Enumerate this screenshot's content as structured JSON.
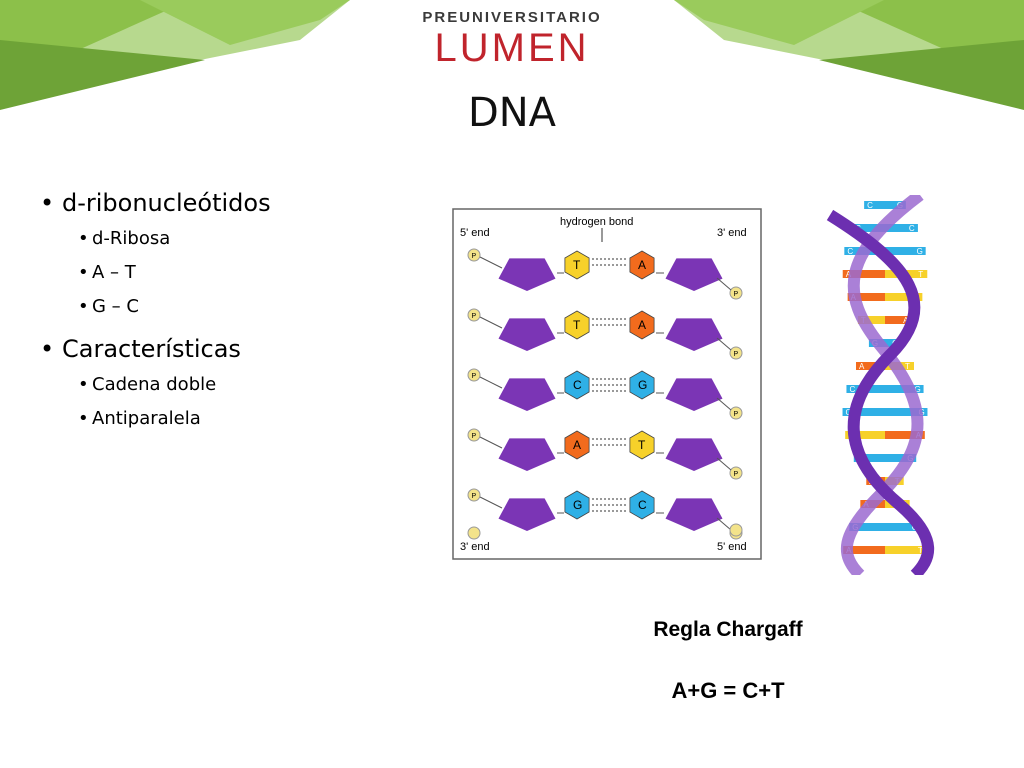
{
  "logo": {
    "line1": "PREUNIVERSITARIO",
    "line2": "LUMEN"
  },
  "title": "DNA",
  "bullets": [
    {
      "label": "d-ribonucleótidos",
      "sub": [
        "d-Ribosa",
        "A – T",
        "G – C"
      ]
    },
    {
      "label": "Características",
      "sub": [
        "Cadena doble",
        "Antiparalela"
      ]
    }
  ],
  "diagram": {
    "hydrogen_bond": "hydrogen bond",
    "top_left": "5' end",
    "top_right": "3' end",
    "bottom_left": "3' end",
    "bottom_right": "5' end",
    "phosphate": "P",
    "pairs": [
      {
        "left": "T",
        "right": "A"
      },
      {
        "left": "T",
        "right": "A"
      },
      {
        "left": "C",
        "right": "G"
      },
      {
        "left": "A",
        "right": "T"
      },
      {
        "left": "G",
        "right": "C"
      }
    ]
  },
  "helix_pairs": [
    {
      "l": "C",
      "r": "G"
    },
    {
      "l": "G",
      "r": "C"
    },
    {
      "l": "C",
      "r": "G"
    },
    {
      "l": "A",
      "r": "T"
    },
    {
      "l": "A",
      "r": "T"
    },
    {
      "l": "T",
      "r": "A"
    },
    {
      "l": "G",
      "r": "C"
    },
    {
      "l": "A",
      "r": "T"
    },
    {
      "l": "C",
      "r": "G"
    },
    {
      "l": "C",
      "r": "G"
    },
    {
      "l": "T",
      "r": "A"
    },
    {
      "l": "C",
      "r": "G"
    },
    {
      "l": "A",
      "r": "T"
    },
    {
      "l": "A",
      "r": "T"
    },
    {
      "l": "G",
      "r": "C"
    },
    {
      "l": "A",
      "r": "T"
    }
  ],
  "chargaff": {
    "title": "Regla Chargaff",
    "equation": "A+G = C+T"
  },
  "colors": {
    "green_light": "#a8d08d",
    "green_dark": "#7bb03c",
    "logo_red": "#c0242c",
    "purple": "#7b35b5",
    "T": "#f7d12a",
    "A": "#f26b1d",
    "C": "#2fb0e6",
    "G": "#2fb0e6"
  }
}
